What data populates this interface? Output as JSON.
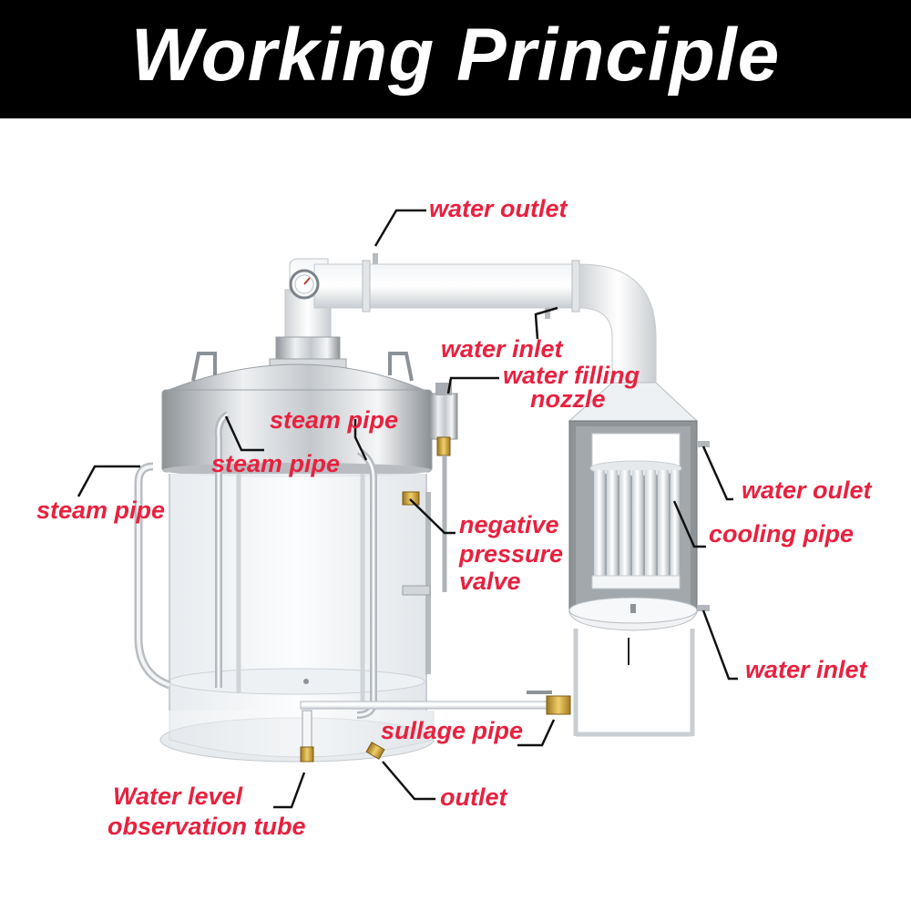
{
  "header": {
    "title": "Working Principle"
  },
  "colors": {
    "label": "#e8213f",
    "header_bg": "#000000",
    "header_text": "#ffffff",
    "leader": "#111111"
  },
  "labels": {
    "water_outlet_top": "water outlet",
    "water_inlet_top": "water inlet",
    "water_filling_nozzle_1": "water filling",
    "water_filling_nozzle_2": "nozzle",
    "steam_pipe_center": "steam pipe",
    "steam_pipe_inner": "steam pipe",
    "steam_pipe_left": "steam pipe",
    "negative_pressure_valve_1": "negative",
    "negative_pressure_valve_2": "pressure",
    "negative_pressure_valve_3": "valve",
    "water_oulet_right": "water oulet",
    "cooling_pipe": "cooling pipe",
    "water_inlet_right": "water inlet",
    "sullage_pipe": "sullage pipe",
    "water_level_tube_1": "Water level",
    "water_level_tube_2": "observation tube",
    "outlet": "outlet"
  }
}
